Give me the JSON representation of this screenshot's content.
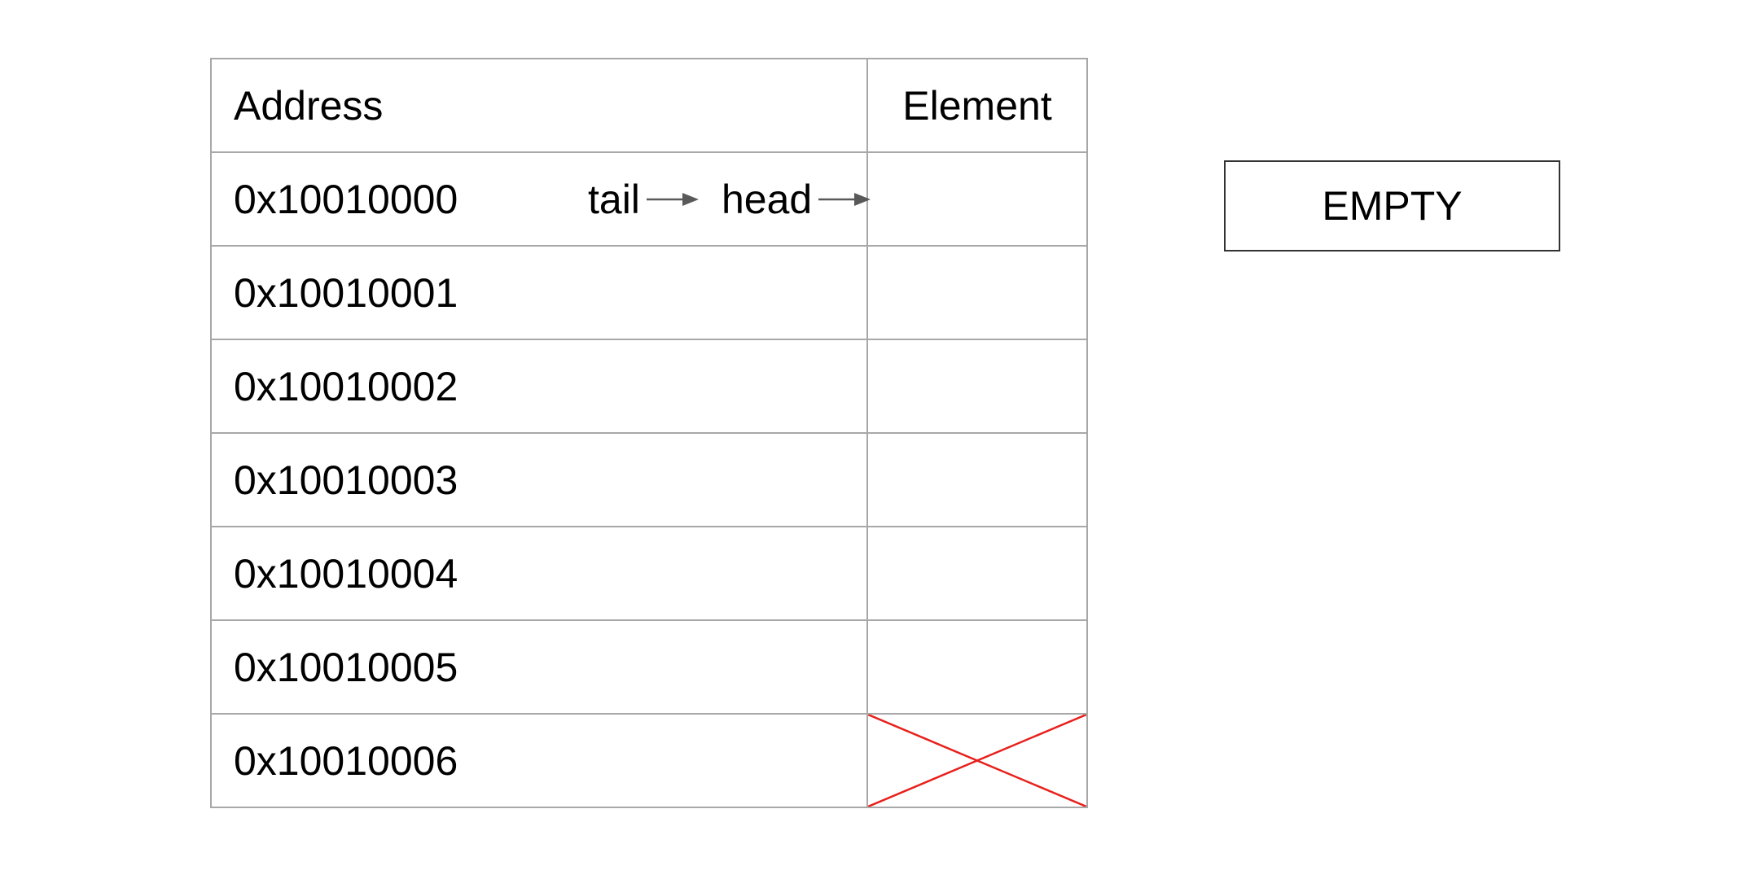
{
  "table": {
    "headers": {
      "address": "Address",
      "element": "Element"
    },
    "rows": [
      {
        "address": "0x10010000",
        "element": ""
      },
      {
        "address": "0x10010001",
        "element": ""
      },
      {
        "address": "0x10010002",
        "element": ""
      },
      {
        "address": "0x10010003",
        "element": ""
      },
      {
        "address": "0x10010004",
        "element": ""
      },
      {
        "address": "0x10010005",
        "element": ""
      },
      {
        "address": "0x10010006",
        "element": ""
      }
    ],
    "invalid_row_index": 6
  },
  "pointers": {
    "tail": {
      "label": "tail",
      "row_index": 0
    },
    "head": {
      "label": "head",
      "row_index": 0
    }
  },
  "status": {
    "label": "EMPTY"
  },
  "colors": {
    "grid": "#a8a8a8",
    "arrow": "#595959",
    "invalid_cross": "#e8211c",
    "status_border": "#333333"
  }
}
